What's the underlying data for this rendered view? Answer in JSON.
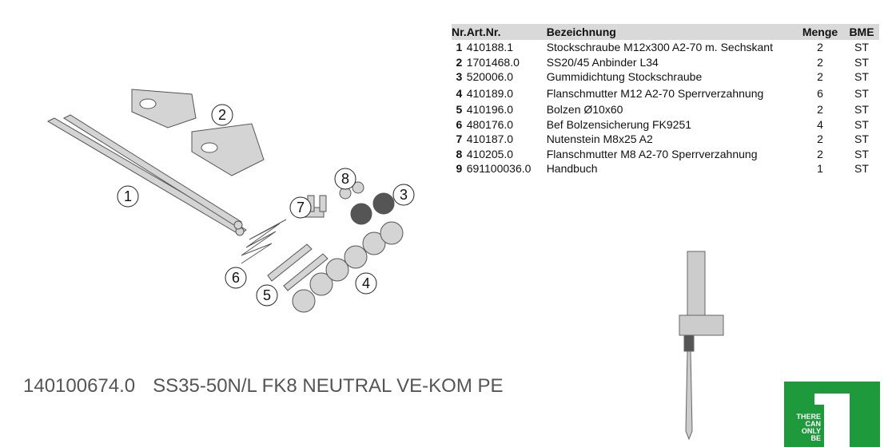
{
  "table": {
    "headers": {
      "nr": "Nr.",
      "art": "Art.Nr.",
      "bez": "Bezeichnung",
      "menge": "Menge",
      "bme": "BME"
    },
    "rows": [
      {
        "nr": "1",
        "art": "410188.1",
        "bez": "Stockschraube M12x300 A2-70 m. Sechskant",
        "menge": "2",
        "bme": "ST"
      },
      {
        "nr": "2",
        "art": "1701468.0",
        "bez": "SS20/45 Anbinder L34",
        "menge": "2",
        "bme": "ST"
      },
      {
        "nr": "3",
        "art": "520006.0",
        "bez": "Gummidichtung Stockschraube",
        "menge": "2",
        "bme": "ST"
      },
      {
        "nr": "4",
        "art": "410189.0",
        "bez": "Flanschmutter M12 A2-70 Sperrverzahnung",
        "menge": "6",
        "bme": "ST"
      },
      {
        "nr": "5",
        "art": "410196.0",
        "bez": "Bolzen Ø10x60",
        "menge": "2",
        "bme": "ST"
      },
      {
        "nr": "6",
        "art": "480176.0",
        "bez": "Bef Bolzensicherung FK9251",
        "menge": "4",
        "bme": "ST"
      },
      {
        "nr": "7",
        "art": "410187.0",
        "bez": "Nutenstein M8x25 A2",
        "menge": "2",
        "bme": "ST"
      },
      {
        "nr": "8",
        "art": "410205.0",
        "bez": "Flanschmutter M8 A2-70 Sperrverzahnung",
        "menge": "2",
        "bme": "ST"
      },
      {
        "nr": "9",
        "art": "691100036.0",
        "bez": "Handbuch",
        "menge": "1",
        "bme": "ST"
      }
    ]
  },
  "callouts": [
    "1",
    "2",
    "3",
    "4",
    "5",
    "6",
    "7",
    "8"
  ],
  "product": {
    "number": "140100674.0",
    "name": "SS35-50N/L FK8 NEUTRAL VE-KOM PE"
  },
  "logo": {
    "text": "THERE CAN ONLY BE",
    "color": "#1e9a3c"
  }
}
